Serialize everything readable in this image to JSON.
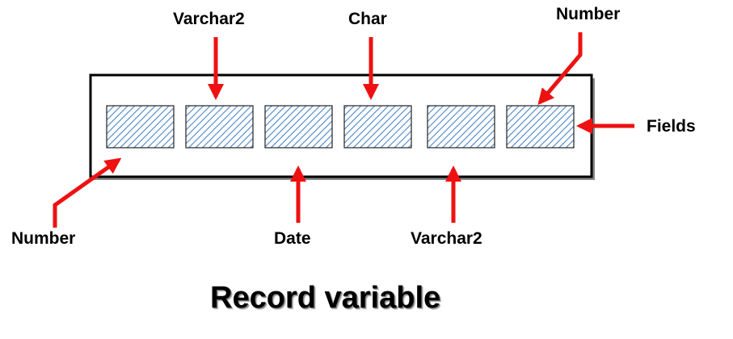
{
  "diagram": {
    "title": "Record variable",
    "field_count": 6,
    "labels": {
      "top_1": "Varchar2",
      "top_2": "Char",
      "top_3": "Number",
      "side": "Fields",
      "bottom_1": "Number",
      "bottom_2": "Date",
      "bottom_3": "Varchar2"
    },
    "colors": {
      "arrow": "#ee1111",
      "field_hatch": "#4a86c8",
      "field_border": "#222222",
      "record_border": "#000000"
    }
  }
}
